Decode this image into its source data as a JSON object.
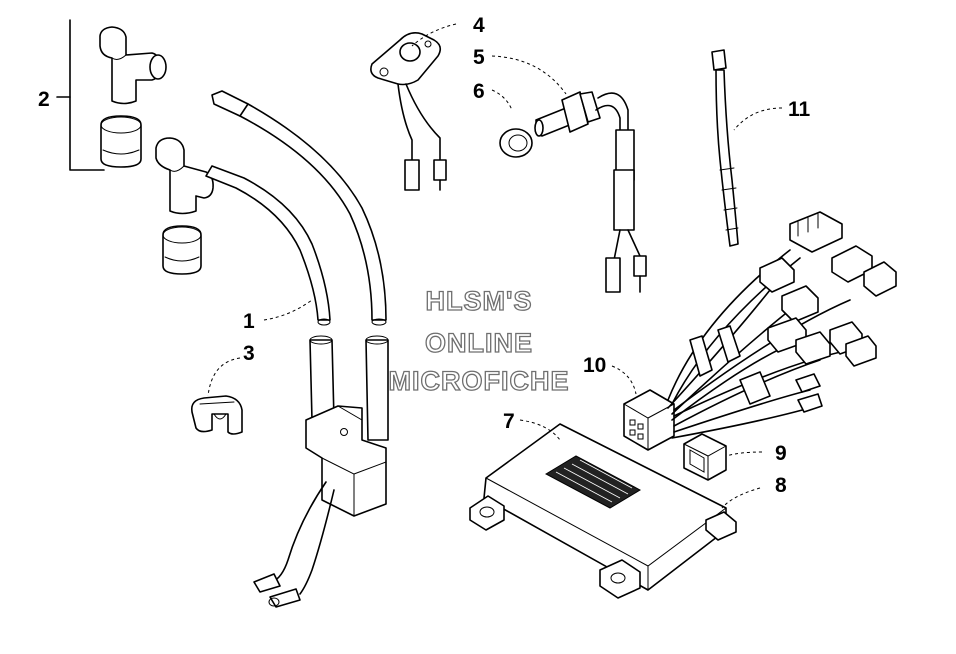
{
  "watermark": {
    "line1": "HLSM'S",
    "line2": "ONLINE",
    "line3": "MICROFICHE"
  },
  "callouts": [
    {
      "id": "1",
      "label": "1",
      "part": "ignition-coil-assembly"
    },
    {
      "id": "2",
      "label": "2",
      "part": "spark-plug-cap-kit"
    },
    {
      "id": "3",
      "label": "3",
      "part": "wire-clip"
    },
    {
      "id": "4",
      "label": "4",
      "part": "sensor-bracket"
    },
    {
      "id": "5",
      "label": "5",
      "part": "temperature-sensor"
    },
    {
      "id": "6",
      "label": "6",
      "part": "sensor-o-ring"
    },
    {
      "id": "7",
      "label": "7",
      "part": "cdi-decal"
    },
    {
      "id": "8",
      "label": "8",
      "part": "cdi-module"
    },
    {
      "id": "9",
      "label": "9",
      "part": "connector-cap"
    },
    {
      "id": "10",
      "label": "10",
      "part": "cdi-wire-harness"
    },
    {
      "id": "11",
      "label": "11",
      "part": "cable-tie"
    }
  ],
  "colors": {
    "ink": "#000000",
    "watermark_outline": "#6f6f6f",
    "background": "#ffffff"
  }
}
